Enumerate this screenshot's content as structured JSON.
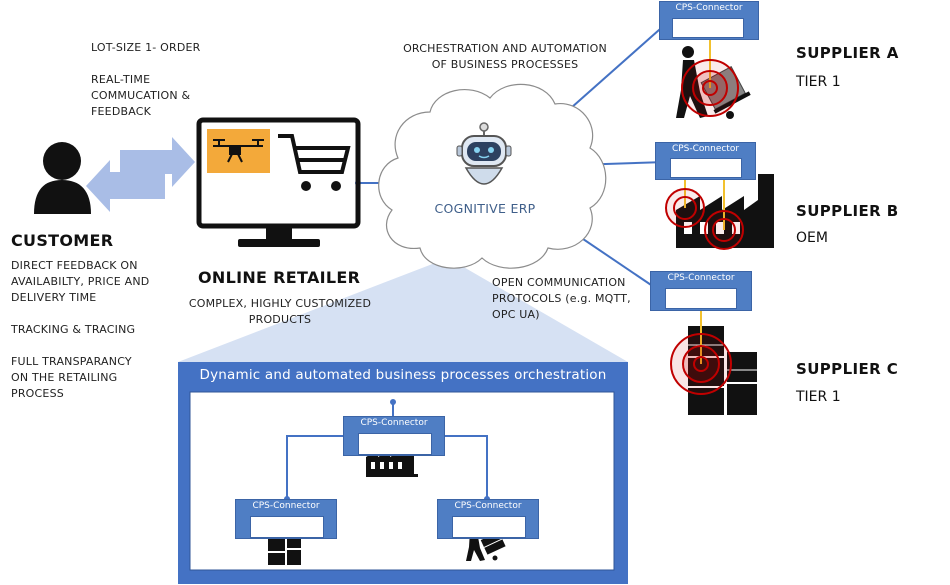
{
  "customer": {
    "title": "CUSTOMER",
    "lines": [
      "DIRECT FEEDBACK ON",
      "AVAILABILTY, PRICE AND",
      "DELIVERY TIME",
      "",
      "TRACKING & TRACING",
      "",
      "FULL TRANSPARANCY",
      "ON THE RETAILING",
      "PROCESS"
    ]
  },
  "exchange": {
    "lines": [
      "LOT-SIZE 1- ORDER",
      "",
      "REAL-TIME",
      "COMMUCATION &",
      "FEEDBACK"
    ]
  },
  "retailer": {
    "title": "ONLINE RETAILER",
    "lines": [
      "COMPLEX, HIGHLY CUSTOMIZED",
      "PRODUCTS"
    ]
  },
  "cloud": {
    "top_lines": [
      "ORCHESTRATION AND AUTOMATION",
      "OF BUSINESS PROCESSES"
    ],
    "label": "COGNITIVE ERP",
    "protocol_lines": [
      "OPEN COMMUNICATION",
      "PROTOCOLS (e.g. MQTT,",
      "OPC UA)"
    ]
  },
  "suppliers": [
    {
      "name": "SUPPLIER A",
      "tier": "TIER 1",
      "icon": "hand-truck-icon",
      "connector": "CPS-Connector"
    },
    {
      "name": "SUPPLIER B",
      "tier": "OEM",
      "icon": "factory-icon",
      "connector": "CPS-Connector"
    },
    {
      "name": "SUPPLIER C",
      "tier": "TIER 1",
      "icon": "boxes-icon",
      "connector": "CPS-Connector"
    }
  ],
  "orchestration": {
    "title": "Dynamic and automated business processes orchestration",
    "connectors": [
      "CPS-Connector",
      "CPS-Connector",
      "CPS-Connector"
    ],
    "icons": [
      "factory-icon",
      "boxes-icon",
      "hand-truck-icon"
    ]
  },
  "colors": {
    "accent_blue": "#4472c4",
    "arrow_blue": "#a9bde6",
    "target_red": "#c00000",
    "signal_yellow": "#f2c12e",
    "screen_orange": "#f3a93a",
    "callout_blue": "#d6e1f3"
  }
}
